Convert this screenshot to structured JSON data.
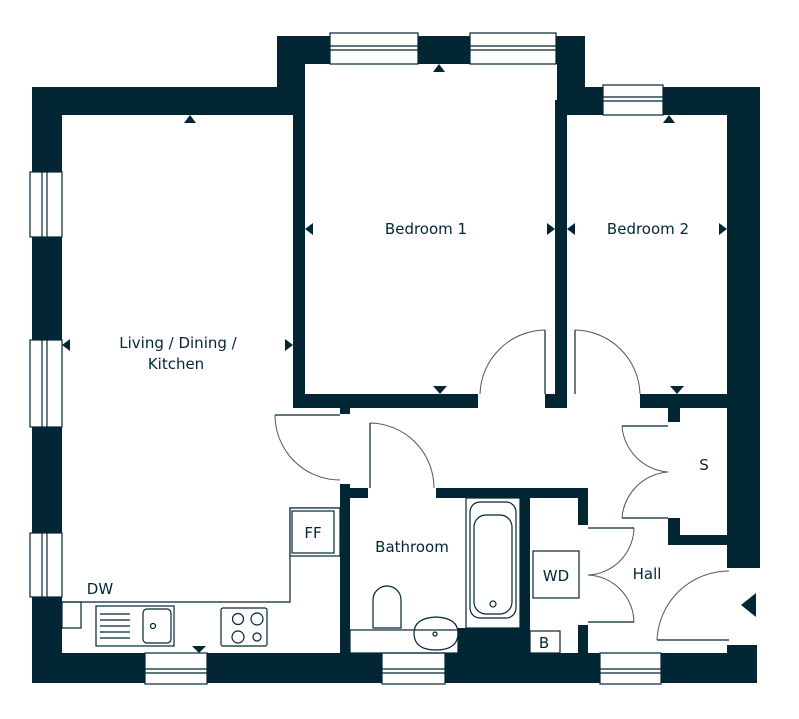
{
  "rooms": {
    "living_line1": "Living / Dining /",
    "living_line2": "Kitchen",
    "bedroom1": "Bedroom 1",
    "bedroom2": "Bedroom 2",
    "bathroom": "Bathroom",
    "hall": "Hall",
    "storage": "S"
  },
  "fixtures": {
    "fridge_freezer": "FF",
    "dishwasher": "DW",
    "washer_dryer": "WD",
    "boiler": "B"
  },
  "colors": {
    "wall": "#022633"
  }
}
